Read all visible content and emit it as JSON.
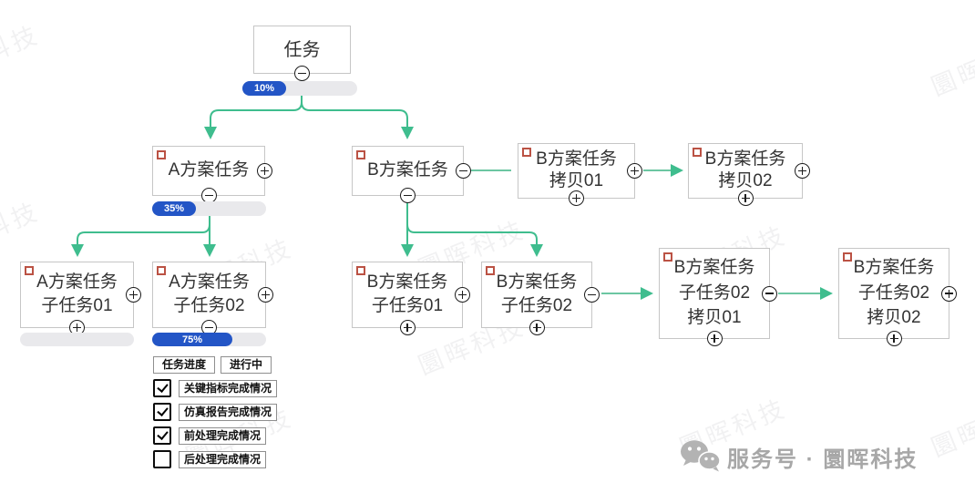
{
  "colors": {
    "connector_green": "#3fbd8e",
    "connector_green_light": "#6cc6a2",
    "progress_blue": "#2355c6",
    "progress_track": "#e9e9ec",
    "node_border": "#c6c6c6",
    "corner_checkbox_red": "#bb5244",
    "brand_gray": "#a7a7a7"
  },
  "watermark": {
    "text": "圜晖科技"
  },
  "icons": {
    "collapse": "minus-circle-icon",
    "expand": "plus-circle-icon",
    "wechat": "wechat-logo-icon",
    "checkmark": "checkmark-icon"
  },
  "nodes": {
    "root": {
      "lines": [
        "任务"
      ]
    },
    "plan_a": {
      "lines": [
        "A方案任务"
      ]
    },
    "plan_b": {
      "lines": [
        "B方案任务"
      ]
    },
    "plan_b_copy1": {
      "lines": [
        "B方案任务",
        "拷贝01"
      ]
    },
    "plan_b_copy2": {
      "lines": [
        "B方案任务",
        "拷贝02"
      ]
    },
    "a_sub1": {
      "lines": [
        "A方案任务",
        "子任务01"
      ]
    },
    "a_sub2": {
      "lines": [
        "A方案任务",
        "子任务02"
      ]
    },
    "b_sub1": {
      "lines": [
        "B方案任务",
        "子任务01"
      ]
    },
    "b_sub2": {
      "lines": [
        "B方案任务",
        "子任务02"
      ]
    },
    "b_sub2_copy1": {
      "lines": [
        "B方案任务",
        "子任务02",
        "拷贝01"
      ]
    },
    "b_sub2_copy2": {
      "lines": [
        "B方案任务",
        "子任务02",
        "拷贝02"
      ]
    }
  },
  "progress": {
    "root": {
      "label": "10%",
      "percent": 10
    },
    "plan_a": {
      "label": "35%",
      "percent": 35
    },
    "a_sub1": {
      "label": "",
      "percent": 0
    },
    "a_sub2": {
      "label": "75%",
      "percent": 75
    }
  },
  "panel": {
    "progress_header": "任务进度",
    "status_header": "进行中",
    "checklist": [
      {
        "label": "关键指标完成情况",
        "checked": true
      },
      {
        "label": "仿真报告完成情况",
        "checked": true
      },
      {
        "label": "前处理完成情况",
        "checked": true
      },
      {
        "label": "后处理完成情况",
        "checked": false
      }
    ]
  },
  "brand": {
    "label": "服务号 · 圜晖科技"
  }
}
